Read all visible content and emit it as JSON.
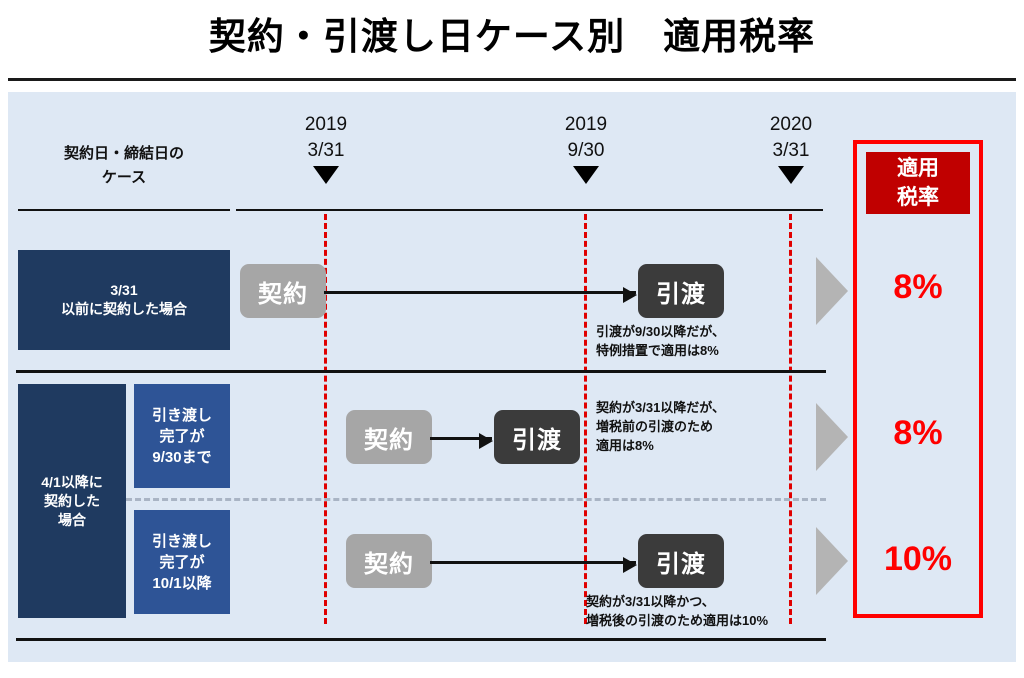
{
  "title": "契約・引渡し日ケース別　適用税率",
  "header": {
    "case_column_label": "契約日・締結日の\nケース"
  },
  "timeline": {
    "markers": [
      {
        "year": "2019",
        "date": "3/31",
        "icon": "down-triangle-marker"
      },
      {
        "year": "2019",
        "date": "9/30",
        "icon": "down-triangle-marker"
      },
      {
        "year": "2020",
        "date": "3/31",
        "icon": "down-triangle-marker"
      }
    ]
  },
  "rows": [
    {
      "case_label": "3/31\n以前に契約した場合",
      "contract_label": "契約",
      "delivery_label": "引渡",
      "note": "引渡が9/30以降だが、\n特例措置で適用は8%",
      "rate": "8%"
    },
    {
      "case_label": "4/1以降に\n契約した\n場合",
      "sub_label": "引き渡し\n完了が\n9/30まで",
      "contract_label": "契約",
      "delivery_label": "引渡",
      "note": "契約が3/31以降だが、\n増税前の引渡のため\n適用は8%",
      "rate": "8%"
    },
    {
      "sub_label": "引き渡し\n完了が\n10/1以降",
      "contract_label": "契約",
      "delivery_label": "引渡",
      "note": "契約が3/31以降かつ、\n増税後の引渡のため適用は10%",
      "rate": "10%"
    }
  ],
  "rate_panel": {
    "header_label": "適用\n税率"
  },
  "colors": {
    "panel_background": "#dee8f4",
    "case_box": "#1f3a60",
    "sub_box": "#2e5496",
    "contract_pill": "#a6a6a6",
    "delivery_pill": "#3b3b3b",
    "rate_header": "#c00000",
    "rate_accent": "#ff0000",
    "guide_line": "#e00000",
    "chevron": "#b4b4b4"
  }
}
